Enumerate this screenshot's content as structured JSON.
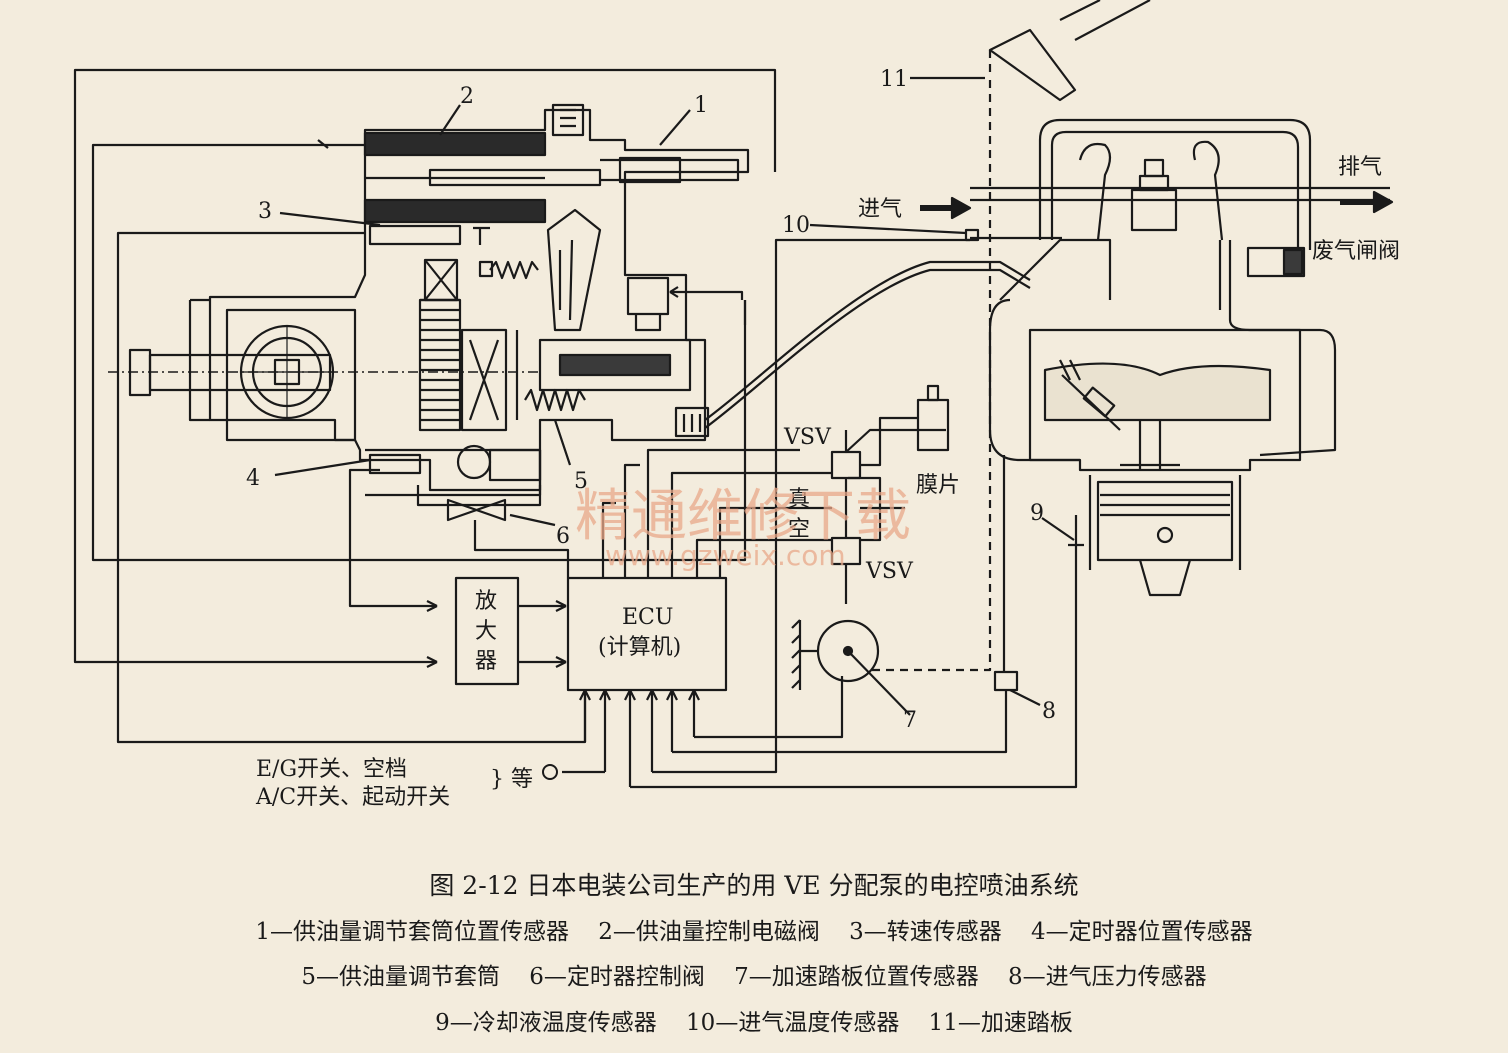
{
  "labels": {
    "n1": "1",
    "n2": "2",
    "n3": "3",
    "n4": "4",
    "n5": "5",
    "n6": "6",
    "n7": "7",
    "n8": "8",
    "n9": "9",
    "n10": "10",
    "n11": "11",
    "intake": "进气",
    "exhaust": "排气",
    "wastegate": "废气闸阀",
    "vsv_top": "VSV",
    "vsv_bottom": "VSV",
    "diaphragm": "膜片",
    "vacuum_1": "真",
    "vacuum_2": "空",
    "amplifier_1": "放",
    "amplifier_2": "大",
    "amplifier_3": "器",
    "ecu_line1": "ECU",
    "ecu_line2": "(计算机)",
    "switch_line1": "E/G开关、空档",
    "switch_line2": "A/C开关、起动开关",
    "etc": "} 等"
  },
  "watermark": {
    "cn": "精通维修下载",
    "url": "www.gzweix.com"
  },
  "caption": {
    "title": "图 2-12    日本电装公司生产的用 VE 分配泵的电控喷油系统",
    "legend_line1": "1—供油量调节套筒位置传感器    2—供油量控制电磁阀    3—转速传感器    4—定时器位置传感器",
    "legend_line2": "5—供油量调节套筒    6—定时器控制阀    7—加速踏板位置传感器    8—进气压力传感器",
    "legend_line3": "9—冷却液温度传感器    10—进气温度传感器    11—加速踏板"
  },
  "colors": {
    "background": "#f3ecdd",
    "ink": "#1a1a1a",
    "watermark": "#e9a98a"
  }
}
